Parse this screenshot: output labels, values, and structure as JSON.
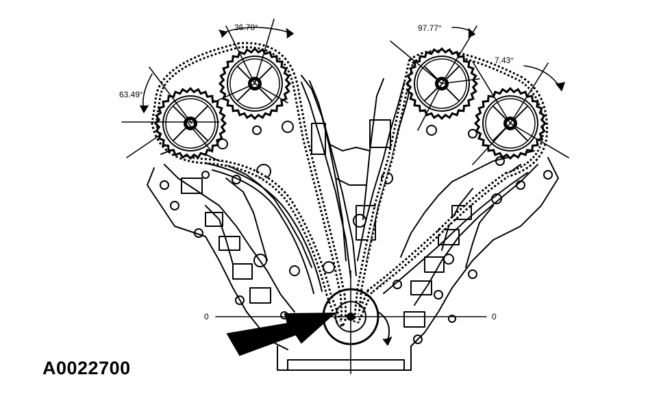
{
  "figure": {
    "id": "A0022700"
  },
  "angles": {
    "left_outer_cam": "63.49°",
    "left_inner_cam": "36.70°",
    "right_inner_cam": "97.77°",
    "right_outer_cam": "7.43°"
  },
  "reference": {
    "left_zero": "0",
    "right_zero": "0"
  },
  "colors": {
    "ink": "#000000",
    "paper": "#ffffff"
  }
}
